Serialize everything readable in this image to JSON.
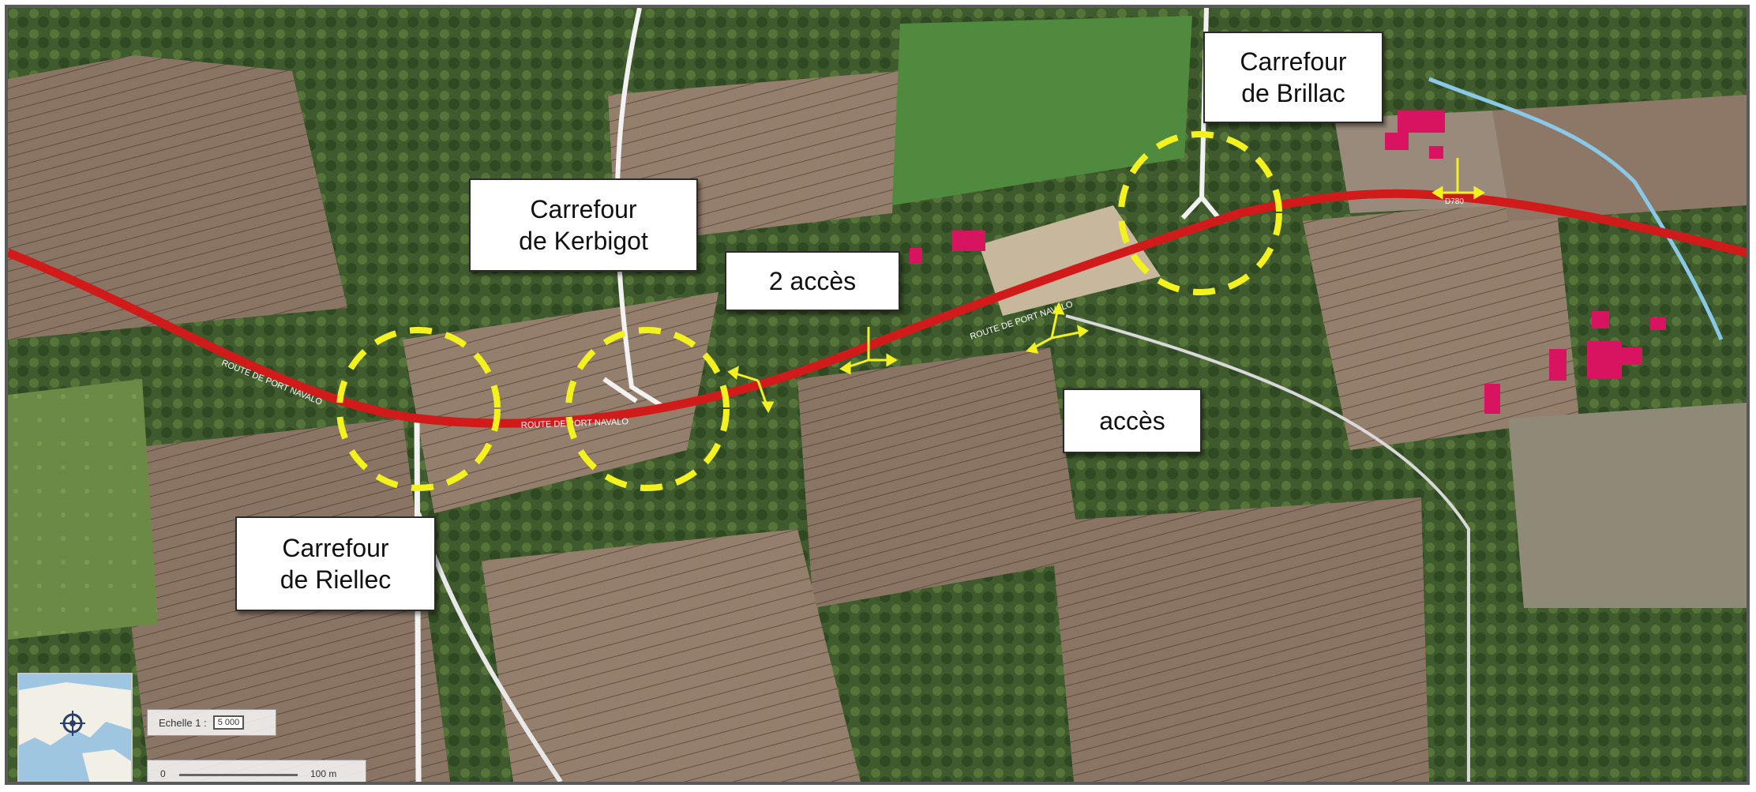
{
  "callouts": {
    "kerbigot": {
      "line1": "Carrefour",
      "line2": "de Kerbigot"
    },
    "brillac": {
      "line1": "Carrefour",
      "line2": "de Brillac"
    },
    "riellec": {
      "line1": "Carrefour",
      "line2": "de Riellec"
    },
    "deux_acces": "2 accès",
    "acces": "accès"
  },
  "road_labels": {
    "main_1": "ROUTE DE PORT NAVALO",
    "main_2": "ROUTE DE PORT NAVALO",
    "main_3": "ROUTE DE PORT NAVALO",
    "code": "D780"
  },
  "scale": {
    "label": "Echelle 1 :",
    "value": "5 000",
    "zero": "0",
    "distance": "100 m"
  },
  "colors": {
    "road": "#d11a1a",
    "highlight": "#f3f21e",
    "building": "#d8135f",
    "water": "#8ac8e8"
  }
}
